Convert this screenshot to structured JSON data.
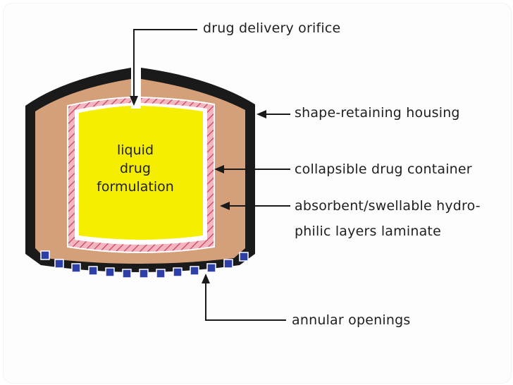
{
  "diagram": {
    "labels": {
      "orifice": "drug delivery orifice",
      "housing": "shape-retaining housing",
      "container": "collapsible drug container",
      "layers_line1": "absorbent/swellable hydro-",
      "layers_line2": "philic layers laminate",
      "openings": "annular openings"
    },
    "inner_label": {
      "line1": "liquid",
      "line2": "drug",
      "line3": "formulation"
    },
    "colors": {
      "housing": "#1a1a1a",
      "laminate_fill": "#d4a07a",
      "liquid": "#f5ee00",
      "container_wall": "#f0a8b4",
      "openings": "#2e3fa8",
      "lines": "#1a1a1a"
    }
  }
}
